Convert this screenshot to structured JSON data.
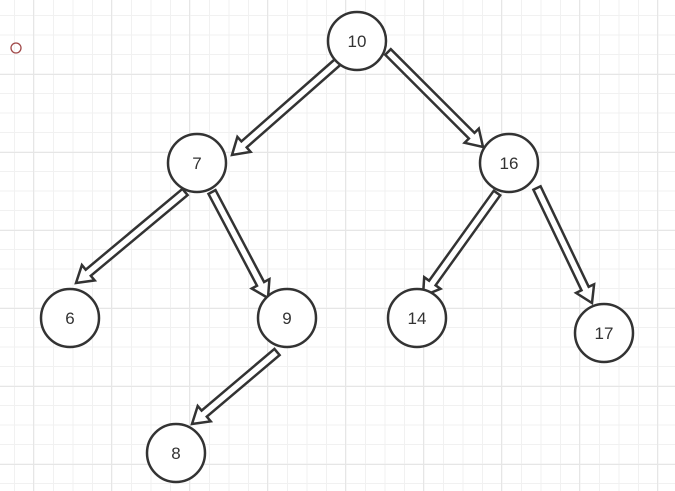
{
  "tree": {
    "nodes": [
      {
        "id": "n10",
        "label": "10"
      },
      {
        "id": "n7",
        "label": "7"
      },
      {
        "id": "n16",
        "label": "16"
      },
      {
        "id": "n6",
        "label": "6"
      },
      {
        "id": "n9",
        "label": "9"
      },
      {
        "id": "n14",
        "label": "14"
      },
      {
        "id": "n17",
        "label": "17"
      },
      {
        "id": "n8",
        "label": "8"
      }
    ],
    "edges": [
      {
        "from": "n10",
        "to": "n7"
      },
      {
        "from": "n10",
        "to": "n16"
      },
      {
        "from": "n7",
        "to": "n6"
      },
      {
        "from": "n7",
        "to": "n9"
      },
      {
        "from": "n16",
        "to": "n14"
      },
      {
        "from": "n16",
        "to": "n17"
      },
      {
        "from": "n9",
        "to": "n8"
      }
    ]
  },
  "colors": {
    "stroke": "#333333",
    "marker": "#a04848"
  }
}
